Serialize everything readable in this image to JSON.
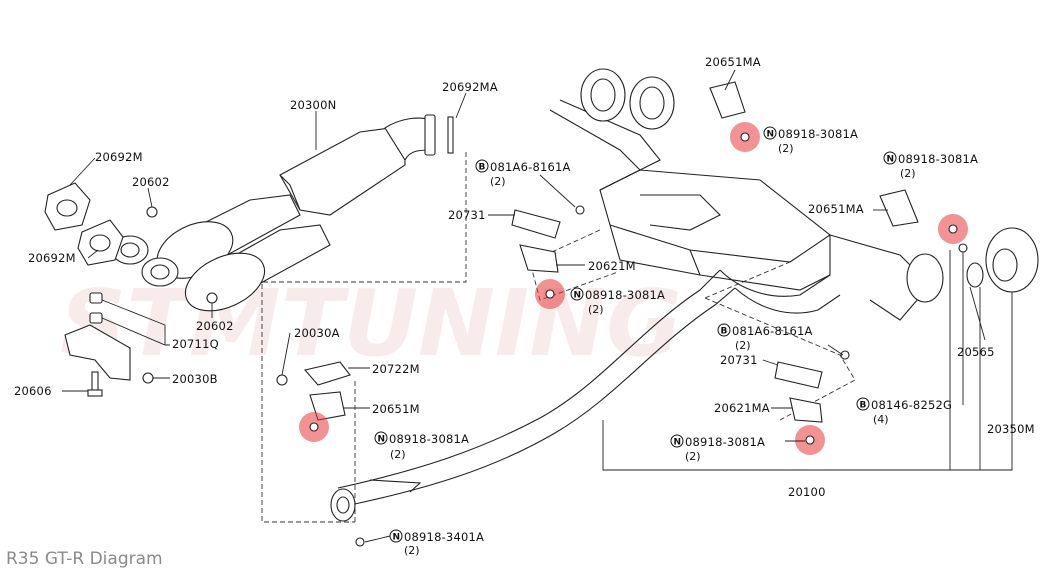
{
  "caption": "R35 GT-R Diagram",
  "watermark": "STMTUNING",
  "colors": {
    "highlight": "#e9393c",
    "line": "#222222",
    "caption": "#8a8a8a",
    "watermark": "#f0d5d5"
  },
  "labels": {
    "p20300N": "20300N",
    "p20692MA": "20692MA",
    "p20692M_top": "20692M",
    "p20602_top": "20602",
    "p20692M_bot": "20692M",
    "p20602_bot": "20602",
    "p20711Q": "20711Q",
    "p20606": "20606",
    "p20030B": "20030B",
    "p20030A": "20030A",
    "p20722M": "20722M",
    "p20651M": "20651M",
    "p20731_a": "20731",
    "p20621M": "20621M",
    "p20651MA_top": "20651MA",
    "p20651MA_mid": "20651MA",
    "p20731_b": "20731",
    "p20621MA": "20621MA",
    "p20565": "20565",
    "p20350M": "20350M",
    "p20100": "20100"
  },
  "callouts": {
    "b081A6_a": {
      "code": "B",
      "part": "081A6-8161A",
      "qty": "(2)"
    },
    "b081A6_b": {
      "code": "B",
      "part": "081A6-8161A",
      "qty": "(2)"
    },
    "b08146": {
      "code": "B",
      "part": "08146-8252G",
      "qty": "(4)"
    },
    "n3081_center": {
      "code": "N",
      "part": "08918-3081A",
      "qty": "(2)"
    },
    "n3081_left": {
      "code": "N",
      "part": "08918-3081A",
      "qty": "(2)"
    },
    "n3081_topright": {
      "code": "N",
      "part": "08918-3081A",
      "qty": "(2)"
    },
    "n3081_right": {
      "code": "N",
      "part": "08918-3081A",
      "qty": "(2)"
    },
    "n3081_bottom": {
      "code": "N",
      "part": "08918-3081A",
      "qty": "(2)"
    },
    "n3401": {
      "code": "N",
      "part": "08918-3401A",
      "qty": "(2)"
    }
  }
}
